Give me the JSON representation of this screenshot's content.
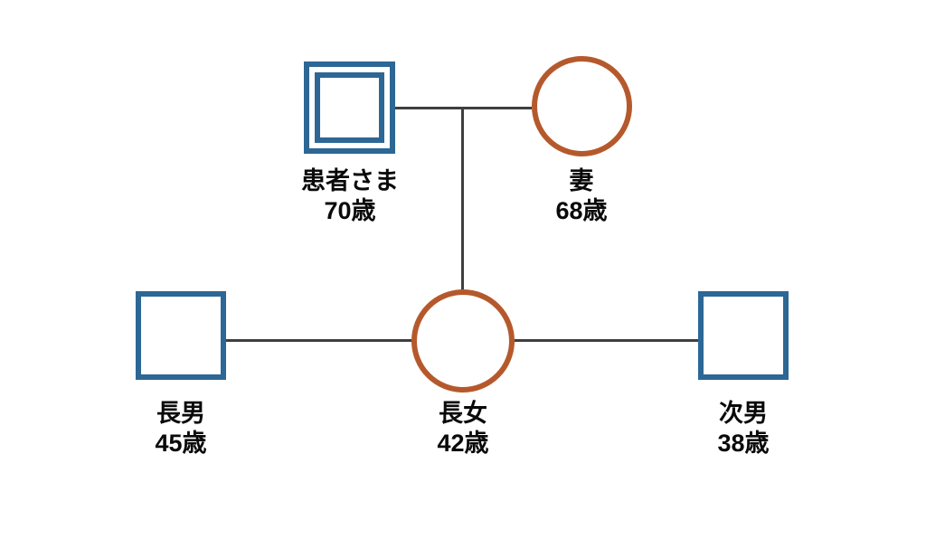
{
  "diagram": {
    "type": "genogram-family-tree",
    "background": "#ffffff",
    "colors": {
      "male_shape_border": "#2c6795",
      "female_shape_border": "#b5592c",
      "relation_line": "#3f3f3f",
      "label_text": "#0a0a0a"
    },
    "people": [
      {
        "id": "patient",
        "name": "患者さま",
        "age": "70歳",
        "shape": "double-square",
        "gender": "male",
        "role": "patient",
        "generation": 1
      },
      {
        "id": "wife",
        "name": "妻",
        "age": "68歳",
        "shape": "circle",
        "gender": "female",
        "role": "spouse",
        "generation": 1
      },
      {
        "id": "eldest-son",
        "name": "長男",
        "age": "45歳",
        "shape": "square",
        "gender": "male",
        "role": "child",
        "generation": 2
      },
      {
        "id": "eldest-daughter",
        "name": "長女",
        "age": "42歳",
        "shape": "circle",
        "gender": "female",
        "role": "child",
        "generation": 2
      },
      {
        "id": "second-son",
        "name": "次男",
        "age": "38歳",
        "shape": "square",
        "gender": "male",
        "role": "child",
        "generation": 2
      }
    ],
    "relations": [
      {
        "type": "marriage",
        "between": [
          "patient",
          "wife"
        ]
      },
      {
        "type": "parent-child",
        "from": "patient+wife",
        "to": "eldest-daughter"
      },
      {
        "type": "sibling-link",
        "between": [
          "eldest-son",
          "eldest-daughter"
        ]
      },
      {
        "type": "sibling-link",
        "between": [
          "eldest-daughter",
          "second-son"
        ]
      }
    ]
  }
}
